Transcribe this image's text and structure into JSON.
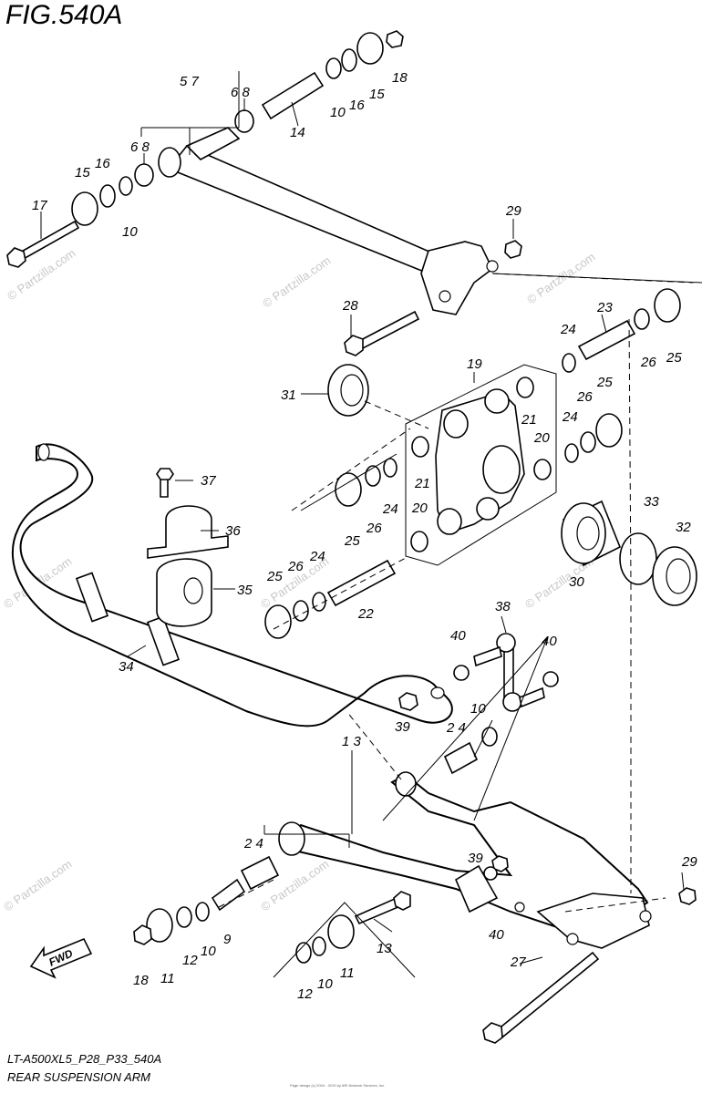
{
  "figure": {
    "title": "FIG.540A",
    "model_code": "LT-A500XL5_P28_P33_540A",
    "caption": "REAR SUSPENSION ARM",
    "copyright": "Page design (c) 2004 - 2019 by ARI Network Services, Inc.",
    "watermark": "© Partzilla.com",
    "fwd_label": "FWD"
  },
  "callouts": [
    {
      "id": "c1",
      "text": "5 7"
    },
    {
      "id": "c2",
      "text": "6 8"
    },
    {
      "id": "c3",
      "text": "6 8"
    },
    {
      "id": "c4",
      "text": "14"
    },
    {
      "id": "c5",
      "text": "10"
    },
    {
      "id": "c6",
      "text": "16"
    },
    {
      "id": "c7",
      "text": "15"
    },
    {
      "id": "c8",
      "text": "18"
    },
    {
      "id": "c9",
      "text": "15"
    },
    {
      "id": "c10",
      "text": "16"
    },
    {
      "id": "c11",
      "text": "10"
    },
    {
      "id": "c12",
      "text": "17"
    },
    {
      "id": "c13",
      "text": "29"
    },
    {
      "id": "c14",
      "text": "28"
    },
    {
      "id": "c15",
      "text": "23"
    },
    {
      "id": "c16",
      "text": "24"
    },
    {
      "id": "c17",
      "text": "26"
    },
    {
      "id": "c18",
      "text": "25"
    },
    {
      "id": "c19",
      "text": "19"
    },
    {
      "id": "c20",
      "text": "31"
    },
    {
      "id": "c21",
      "text": "21"
    },
    {
      "id": "c22",
      "text": "24"
    },
    {
      "id": "c23",
      "text": "26"
    },
    {
      "id": "c24",
      "text": "25"
    },
    {
      "id": "c25",
      "text": "20"
    },
    {
      "id": "c26",
      "text": "21"
    },
    {
      "id": "c27",
      "text": "37"
    },
    {
      "id": "c28",
      "text": "36"
    },
    {
      "id": "c29",
      "text": "24"
    },
    {
      "id": "c30",
      "text": "26"
    },
    {
      "id": "c31",
      "text": "25"
    },
    {
      "id": "c32",
      "text": "20"
    },
    {
      "id": "c33",
      "text": "33"
    },
    {
      "id": "c34",
      "text": "32"
    },
    {
      "id": "c35",
      "text": "35"
    },
    {
      "id": "c36",
      "text": "24"
    },
    {
      "id": "c37",
      "text": "26"
    },
    {
      "id": "c38",
      "text": "25"
    },
    {
      "id": "c39",
      "text": "22"
    },
    {
      "id": "c40",
      "text": "30"
    },
    {
      "id": "c41",
      "text": "34"
    },
    {
      "id": "c42",
      "text": "38"
    },
    {
      "id": "c43",
      "text": "40"
    },
    {
      "id": "c44",
      "text": "40"
    },
    {
      "id": "c45",
      "text": "39"
    },
    {
      "id": "c46",
      "text": "10"
    },
    {
      "id": "c47",
      "text": "2 4"
    },
    {
      "id": "c48",
      "text": "1 3"
    },
    {
      "id": "c49",
      "text": "2 4"
    },
    {
      "id": "c50",
      "text": "39"
    },
    {
      "id": "c51",
      "text": "29"
    },
    {
      "id": "c52",
      "text": "9"
    },
    {
      "id": "c53",
      "text": "13"
    },
    {
      "id": "c54",
      "text": "40"
    },
    {
      "id": "c55",
      "text": "12"
    },
    {
      "id": "c56",
      "text": "10"
    },
    {
      "id": "c57",
      "text": "11"
    },
    {
      "id": "c58",
      "text": "18"
    },
    {
      "id": "c59",
      "text": "27"
    },
    {
      "id": "c60",
      "text": "12"
    },
    {
      "id": "c61",
      "text": "10"
    },
    {
      "id": "c62",
      "text": "11"
    }
  ]
}
